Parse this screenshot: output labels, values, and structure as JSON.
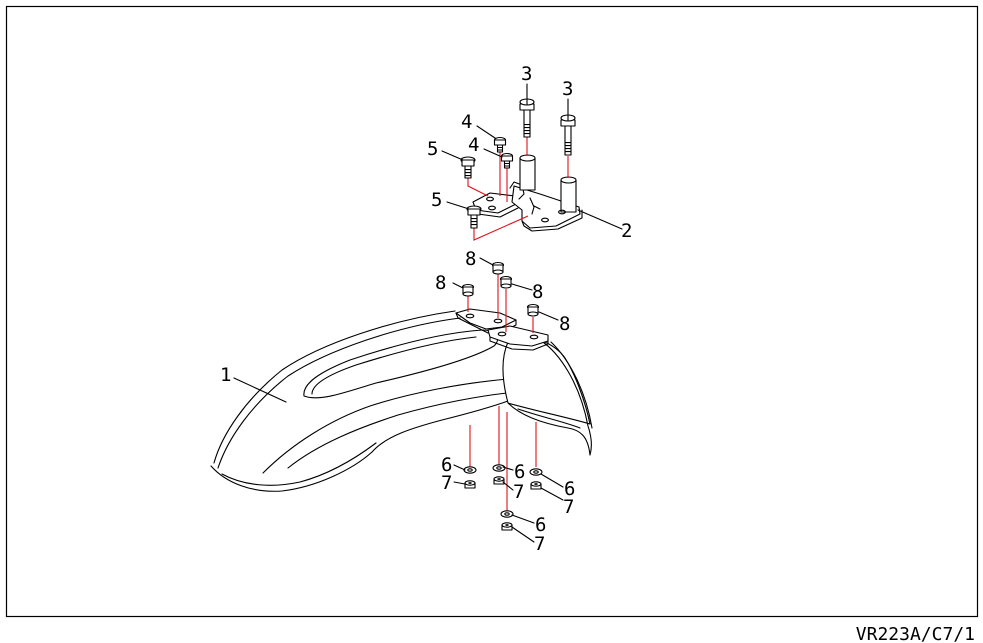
{
  "diagram": {
    "drawing_code": "VR223A/C7/1",
    "callouts": [
      "1",
      "2",
      "3",
      "3",
      "4",
      "4",
      "5",
      "5",
      "8",
      "8",
      "8",
      "8",
      "6",
      "6",
      "6",
      "6",
      "7",
      "7",
      "7",
      "7"
    ]
  },
  "colors": {
    "line": "#000000",
    "assembly_line": "#e0101a",
    "background": "#ffffff"
  }
}
